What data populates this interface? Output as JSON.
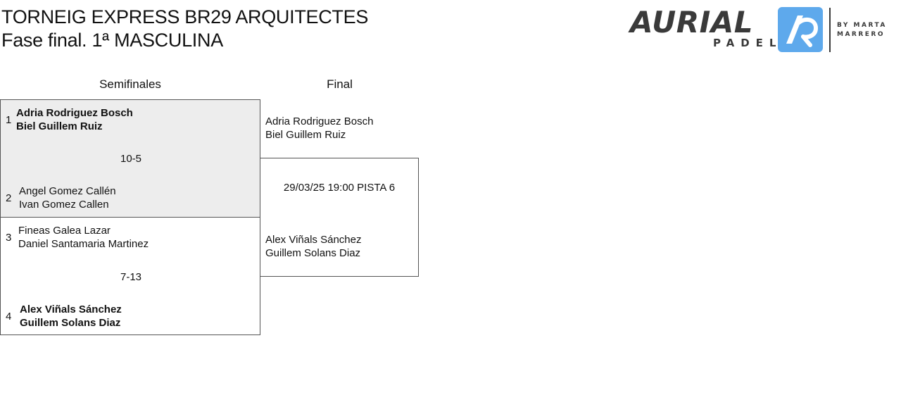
{
  "header": {
    "title_line1": "TORNEIG EXPRESS BR29 ARQUITECTES",
    "title_line2": "Fase final. 1ª MASCULINA"
  },
  "logo": {
    "word": "AURIAL",
    "sub": "PADEL",
    "by_line1": "BY MARTA",
    "by_line2": "MARRERO",
    "color": "#3a3a3a",
    "accent": "#5ea9ec"
  },
  "columns": {
    "semis": "Semifinales",
    "final": "Final"
  },
  "semifinals": [
    {
      "score": "10-5",
      "pairs": [
        {
          "seed": "1",
          "player1": "Adria Rodriguez Bosch",
          "player2": "Biel Guillem Ruiz",
          "winner": true
        },
        {
          "seed": "2",
          "player1": "Angel Gomez Callén",
          "player2": "Ivan Gomez Callen",
          "winner": false
        }
      ]
    },
    {
      "score": "7-13",
      "pairs": [
        {
          "seed": "3",
          "player1": "Fineas Galea Lazar",
          "player2": "Daniel Santamaria Martinez",
          "winner": false
        },
        {
          "seed": "4",
          "player1": "Alex Viñals Sánchez",
          "player2": "Guillem Solans Diaz",
          "winner": true
        }
      ]
    }
  ],
  "final": {
    "date": "29/03/25 19:00 PISTA 6",
    "team1": {
      "player1": "Adria Rodriguez Bosch",
      "player2": "Biel Guillem Ruiz"
    },
    "team2": {
      "player1": "Alex Viñals Sánchez",
      "player2": "Guillem Solans Diaz"
    }
  },
  "colors": {
    "highlight_bg": "#ededed",
    "border": "#555555"
  }
}
